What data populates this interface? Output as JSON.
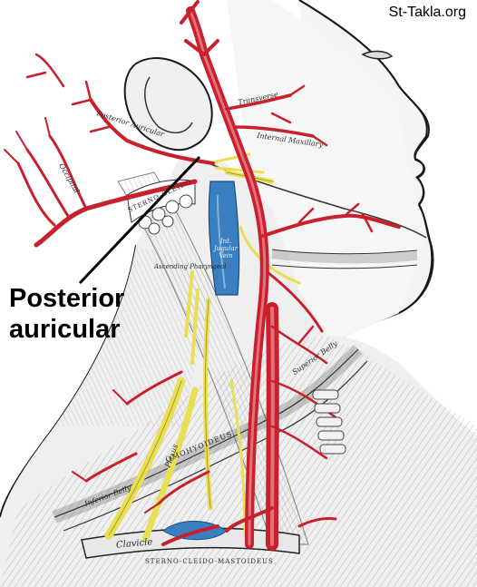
{
  "watermark": "St-Takla.org",
  "callout": {
    "line1": "Posterior",
    "line2": "auricular"
  },
  "engraved_labels": {
    "occipital": "Occipital",
    "posterior_auricular": "Posterior Auricular",
    "transverse": "Transverse",
    "internal_maxillary": "Internal Maxillary",
    "sterno_mastoid_upper": "STERNO-CLEIDO",
    "ascending_pharyngeal": "Ascending Pharyngeal",
    "int_jugular_vein": "Int. Jugular Vein",
    "superior_belly": "Superior Belly",
    "omohyoideus": "OMOHYOIDEUS",
    "inferior_belly": "Inferior Belly",
    "clavicle": "Clavicle",
    "sterno_cleido_mastoideus": "STERNO-CLEIDO-MASTOIDEUS",
    "plexus": "Plexus"
  },
  "colors": {
    "artery": "#c8202c",
    "artery_light": "#e3707a",
    "vein": "#3a7fc0",
    "nerve": "#e8df55",
    "muscle_line": "#6a6a6a",
    "outline": "#1a1a1a"
  }
}
